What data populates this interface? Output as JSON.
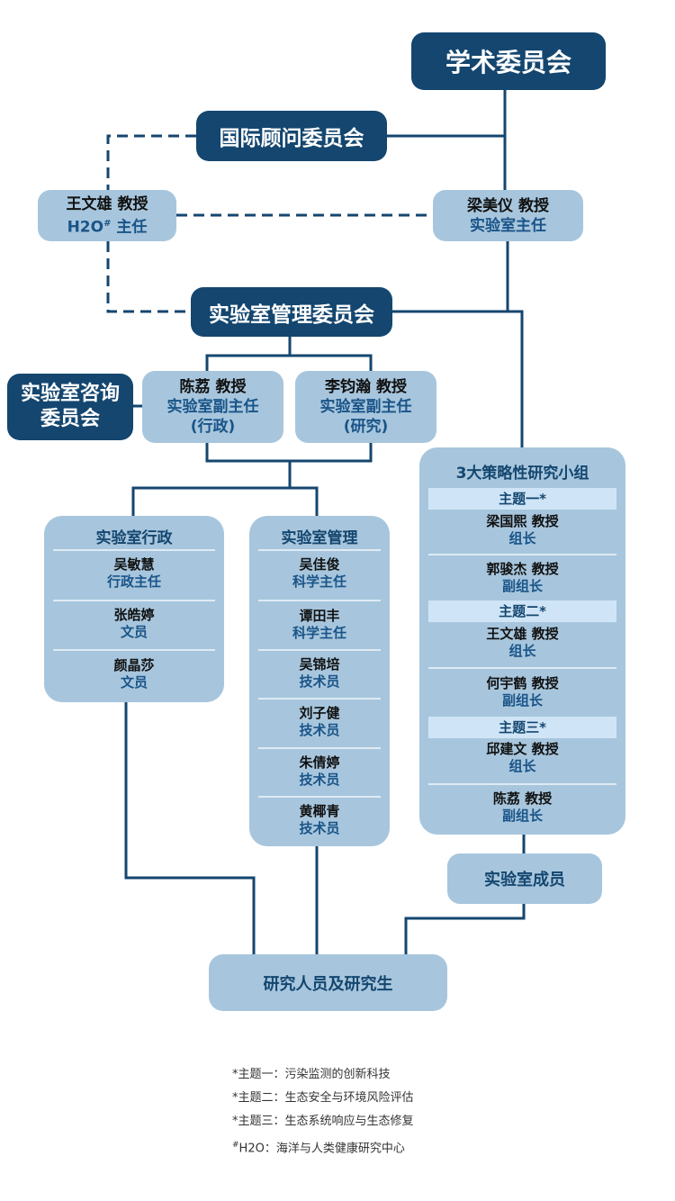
{
  "top": {
    "academic": "学术委员会",
    "international": "国际顾问委员会",
    "h2o_name": "王文雄 教授",
    "h2o_role_a": "H2O",
    "h2o_role_sup": "#",
    "h2o_role_b": " 主任",
    "director_name": "梁美仪 教授",
    "director_role": "实验室主任",
    "management_committee": "实验室管理委员会",
    "advisory_committee": "实验室咨询委员会",
    "deputy_admin_name": "陈荔 教授",
    "deputy_admin_role": "实验室副主任",
    "deputy_admin_note": "(行政)",
    "deputy_research_name": "李钧瀚 教授",
    "deputy_research_role": "实验室副主任",
    "deputy_research_note": "(研究)"
  },
  "admin": {
    "title": "实验室行政",
    "people": [
      {
        "name": "吴敏慧",
        "role": "行政主任"
      },
      {
        "name": "张皓婷",
        "role": "文员"
      },
      {
        "name": "颜晶莎",
        "role": "文员"
      }
    ]
  },
  "mgmt": {
    "title": "实验室管理",
    "people": [
      {
        "name": "吴佳俊",
        "role": "科学主任"
      },
      {
        "name": "谭田丰",
        "role": "科学主任"
      },
      {
        "name": "吴锦培",
        "role": "技术员"
      },
      {
        "name": "刘子健",
        "role": "技术员"
      },
      {
        "name": "朱倩婷",
        "role": "技术员"
      },
      {
        "name": "黄椰青",
        "role": "技术员"
      }
    ]
  },
  "strategy": {
    "title": "3大策略性研究小组",
    "theme1": "主题一*",
    "theme2": "主题二*",
    "theme3": "主题三*",
    "people": [
      {
        "name": "梁国熙 教授",
        "role": "组长"
      },
      {
        "name": "郭骏杰 教授",
        "role": "副组长"
      },
      {
        "name": "王文雄 教授",
        "role": "组长"
      },
      {
        "name": "何宇鹤 教授",
        "role": "副组长"
      },
      {
        "name": "邱建文 教授",
        "role": "组长"
      },
      {
        "name": "陈荔 教授",
        "role": "副组长"
      }
    ]
  },
  "members": "实验室成员",
  "researchers": "研究人员及研究生",
  "footnotes": {
    "t1": "*主题一：污染监测的创新科技",
    "t2": "*主题二：生态安全与环境风险评估",
    "t3": "*主题三：生态系统响应与生态修复",
    "h2o_mark": "#",
    "h2o": "H2O：海洋与人类健康研究中心"
  },
  "colors": {
    "dark": "#14466f",
    "light": "#a7c6dd",
    "theme": "#cfe5f7",
    "line": "#14466f"
  }
}
